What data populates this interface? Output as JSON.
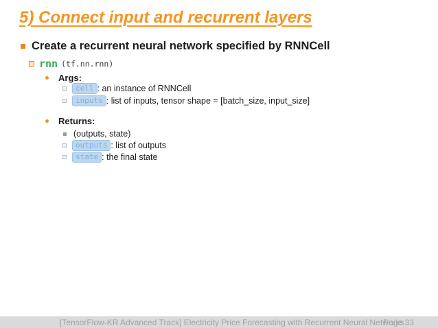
{
  "slide": {
    "title": "5) Connect input and recurrent layers",
    "bullet1": "Create a recurrent neural network specified by RNNCell",
    "function": {
      "name": "rnn",
      "signature": "(tf.nn.rnn)"
    },
    "args": {
      "label": "Args:",
      "items": [
        {
          "token": "cell",
          "desc": ": an instance of RNNCell"
        },
        {
          "token": "inputs",
          "desc": ": list of inputs, tensor shape = [batch_size, input_size]"
        }
      ]
    },
    "returns": {
      "label": "Returns:",
      "tuple": "(outputs, state)",
      "items": [
        {
          "token": "outputs",
          "desc": ": list of outputs"
        },
        {
          "token": "state",
          "desc": ": the final state"
        }
      ]
    },
    "footer": {
      "text": "[TensorFlow-KR Advanced Track] Electricity Price Forecasting with Recurrent Neural Networks",
      "page": "Page 33"
    },
    "colors": {
      "title_orange": "#F7941E",
      "bullet_orange": "#E8861C",
      "code_green": "#3AA455",
      "token_background": "#BDD7EE",
      "token_border": "#9CC2E8",
      "token_text": "#82AEDC",
      "footer_background": "#DADADA",
      "footer_text": "#A3A3A3",
      "body_text": "#1C1C1C"
    }
  }
}
